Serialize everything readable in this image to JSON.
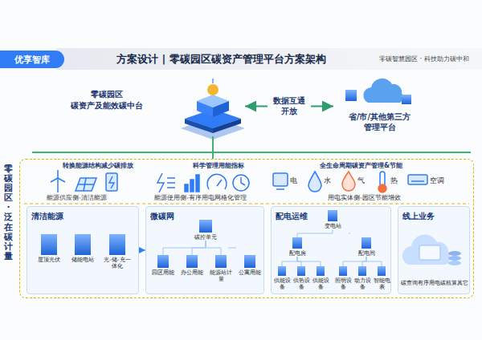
{
  "diagram": {
    "title": "方案设计 | 零碳园区碳资产管理平台方案架构",
    "nodes": [
      {
        "text": [
          "优享智库"
        ]
      },
      {
        "text": [
          "零碳园区 碳资产及能效碳中台"
        ]
      },
      {
        "text": [
          "省/市/其他第三方 管理平台"
        ]
      },
      {
        "text": [
          "零碳园区 · 泛在碳计量"
        ]
      },
      {
        "text": [
          "清洁能源"
        ],
        "in": 3
      },
      {
        "text": [
          "屋顶光伏"
        ],
        "in": 4
      },
      {
        "text": [
          "储能电站"
        ],
        "in": 4
      },
      {
        "text": [
          "光-储-充一体化"
        ],
        "in": 4
      },
      {
        "text": [
          "微碳网"
        ],
        "in": 3
      },
      {
        "text": [
          "碳控单元"
        ],
        "in": 8
      },
      {
        "text": [
          "园区用能"
        ],
        "in": 8
      },
      {
        "text": [
          "办公用能"
        ],
        "in": 8
      },
      {
        "text": [
          "能源站计量"
        ],
        "in": 8
      },
      {
        "text": [
          "公寓用能"
        ],
        "in": 8
      },
      {
        "text": [
          "配电运维"
        ],
        "in": 3
      },
      {
        "text": [
          "变电站"
        ],
        "in": 14
      },
      {
        "text": [
          "配电房"
        ],
        "in": 14
      },
      {
        "text": [
          "配电间"
        ],
        "in": 14
      },
      {
        "text": [
          "供能设备"
        ],
        "in": 14
      },
      {
        "text": [
          "供热设备"
        ],
        "in": 14
      },
      {
        "text": [
          "供能设备"
        ],
        "in": 14
      },
      {
        "text": [
          "照明设备"
        ],
        "in": 14
      },
      {
        "text": [
          "动力设备"
        ],
        "in": 14
      },
      {
        "text": [
          "智能电表"
        ],
        "in": 14
      },
      {
        "text": [
          "线上业务",
          "碳查询",
          "有序用电",
          "碳核算",
          "其它"
        ],
        "in": 3
      }
    ],
    "edges": [
      {
        "from": 1,
        "to": 2,
        "arrow": "both",
        "label": "数据互通 开放"
      },
      {
        "from": 1,
        "to": 3,
        "arrow": "none"
      },
      {
        "from": 4,
        "to": 8,
        "arrow": "to"
      },
      {
        "from": 9,
        "to": 10,
        "arrow": "none"
      },
      {
        "from": 9,
        "to": 11,
        "arrow": "none"
      },
      {
        "from": 9,
        "to": 12,
        "arrow": "none"
      },
      {
        "from": 9,
        "to": 13,
        "arrow": "none"
      },
      {
        "from": 15,
        "to": 16,
        "arrow": "none"
      },
      {
        "from": 15,
        "to": 17,
        "arrow": "none"
      },
      {
        "from": 16,
        "to": 18,
        "arrow": "none"
      },
      {
        "from": 16,
        "to": 19,
        "arrow": "none"
      },
      {
        "from": 16,
        "to": 20,
        "arrow": "none"
      },
      {
        "from": 17,
        "to": 21,
        "arrow": "none"
      },
      {
        "from": 17,
        "to": 22,
        "arrow": "none"
      },
      {
        "from": 17,
        "to": 23,
        "arrow": "none"
      }
    ],
    "labels": [
      "零碳智慧园区 · 科技助力碳中和",
      "转换能源结构减少碳排放",
      "科学管理用能指标",
      "全生命周期碳资产管理&节能",
      "能源供应侧-清洁能源",
      "能源使用侧-有序用电网格化管理",
      "电",
      "水",
      "气",
      "热",
      "空调",
      "用电实体侧-园区节能增效"
    ]
  }
}
